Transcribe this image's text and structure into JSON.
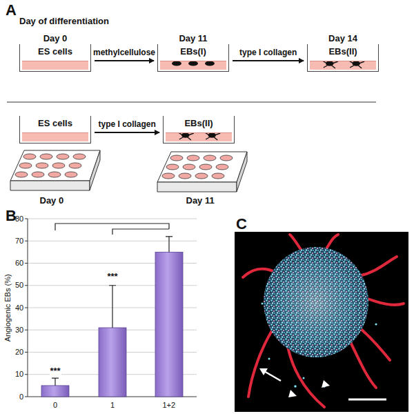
{
  "diagram": {
    "nodes": [
      {
        "text": [
          "Day 0",
          "ES cells"
        ]
      },
      {
        "text": [
          "Day 11",
          "EBs(I)"
        ]
      },
      {
        "text": [
          "Day 14",
          "EBs(II)"
        ]
      },
      {
        "text": [
          "ES cells"
        ]
      },
      {
        "text": [
          "EBs(II)"
        ]
      }
    ],
    "edges": [
      {
        "from": 0,
        "to": 1,
        "arrow": "to",
        "label": "methylcellulose"
      },
      {
        "from": 1,
        "to": 2,
        "arrow": "to",
        "label": "type I collagen"
      },
      {
        "from": 3,
        "to": 4,
        "arrow": "to",
        "label": "type I collagen"
      }
    ],
    "labels": [
      "A",
      "Day of differentiation",
      "Day 0",
      "Day 11",
      "B",
      "80",
      "70",
      "60",
      "50",
      "40",
      "30",
      "20",
      "10",
      "0",
      "Angiogenic EBs (%)",
      "***",
      "***",
      "0",
      "1",
      "1+2",
      "C"
    ]
  }
}
